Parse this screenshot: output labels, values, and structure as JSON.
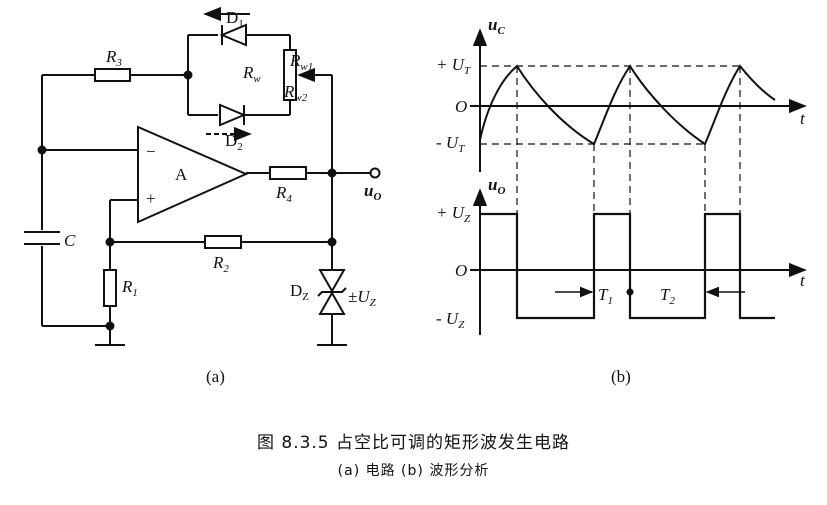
{
  "circuit": {
    "D1": "D",
    "D1_sub": "1",
    "D2": "D",
    "D2_sub": "2",
    "R3": "R",
    "R3_sub": "3",
    "Rw": "R",
    "Rw_sub": "w",
    "Rw1": "R",
    "Rw1_sub": "w1",
    "Rw2": "R",
    "Rw2_sub": "w2",
    "minus": "−",
    "plus": "+",
    "amp": "A",
    "R4": "R",
    "R4_sub": "4",
    "uO": "u",
    "uO_sub": "O",
    "C": "C",
    "R2": "R",
    "R2_sub": "2",
    "R1": "R",
    "R1_sub": "1",
    "DZ": "D",
    "DZ_sub": "Z",
    "UZ": "±U",
    "UZ_sub": "Z",
    "panel": "(a)"
  },
  "waveforms": {
    "uC": "u",
    "uC_sub": "C",
    "plusUT": "+ U",
    "plusUT_sub": "T",
    "O1": "O",
    "t1": "t",
    "minusUT": "- U",
    "minusUT_sub": "T",
    "uO": "u",
    "uO_sub": "O",
    "plusUZ": "+ U",
    "plusUZ_sub": "Z",
    "O2": "O",
    "t2": "t",
    "minusUZ": "- U",
    "minusUZ_sub": "Z",
    "T1": "T",
    "T1_sub": "1",
    "T2": "T",
    "T2_sub": "2",
    "panel": "(b)"
  },
  "caption": {
    "title": "图 8.3.5   占空比可调的矩形波发生电路",
    "subtitle": "(a) 电路  (b) 波形分析"
  }
}
